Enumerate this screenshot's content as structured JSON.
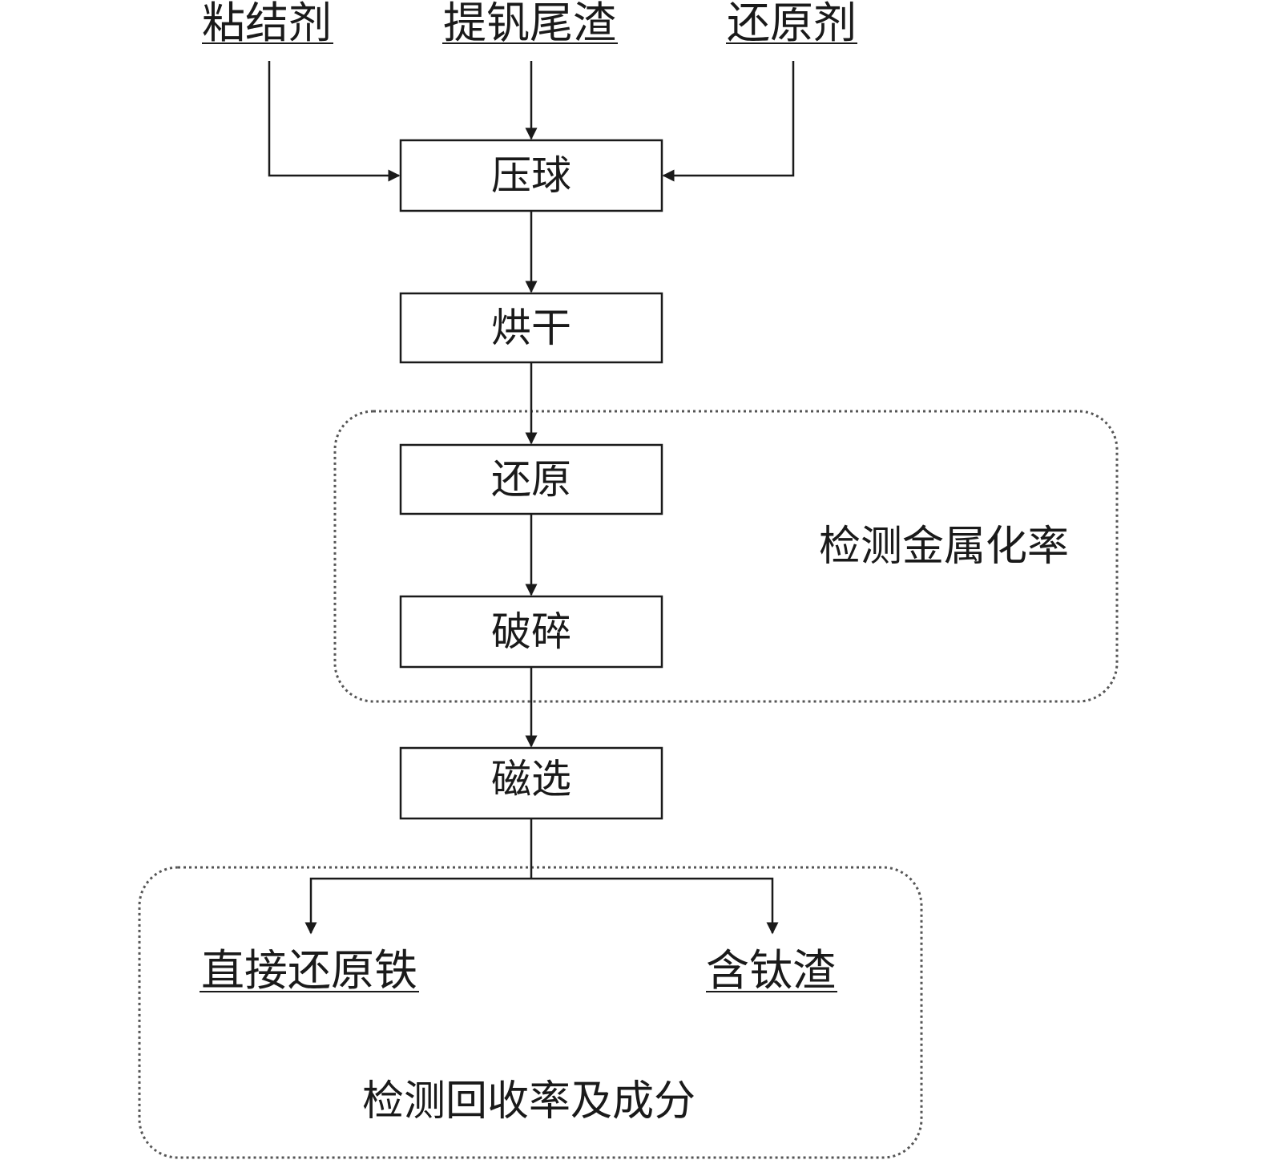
{
  "inputs": {
    "binder": "粘结剂",
    "tailings": "提钒尾渣",
    "reductant": "还原剂"
  },
  "steps": {
    "briquetting": "压球",
    "drying": "烘干",
    "reduction": "还原",
    "crushing": "破碎",
    "magnetic_separation": "磁选"
  },
  "outputs": {
    "dri": "直接还原铁",
    "ti_slag": "含钛渣"
  },
  "groups": {
    "metallization": "检测金属化率",
    "recovery": "检测回收率及成分"
  }
}
